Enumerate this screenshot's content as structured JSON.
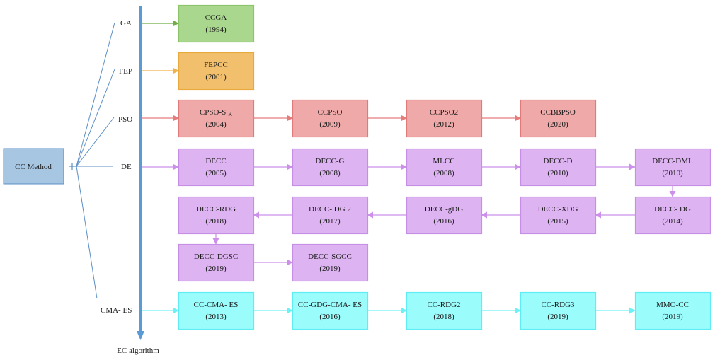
{
  "title": "CC Method",
  "axis_label": "EC algorithm",
  "colors": {
    "root_fill": "#a6c6e2",
    "root_border": "#5b8fc4",
    "axis": "#5b9bd5",
    "branch_line": "#5b8fc4"
  },
  "categories": [
    {
      "id": "ga",
      "label": "GA",
      "fill": "#a9d78e",
      "border": "#8cc46c",
      "arrow": "#70ad47"
    },
    {
      "id": "fep",
      "label": "FEP",
      "fill": "#f2c06d",
      "border": "#e8a93e",
      "arrow": "#f0b04a"
    },
    {
      "id": "pso",
      "label": "PSO",
      "fill": "#efa9a9",
      "border": "#e07b7b",
      "arrow": "#e57c7c"
    },
    {
      "id": "de",
      "label": "DE",
      "fill": "#ddb3f2",
      "border": "#c78ee6",
      "arrow": "#cc90ea"
    },
    {
      "id": "cmaes",
      "label": "CMA- ES",
      "fill": "#9bfcfc",
      "border": "#5fecf2",
      "arrow": "#6ef0f7"
    }
  ],
  "nodes": [
    {
      "id": "ccga",
      "category": "ga",
      "name": "CCGA",
      "year": "(1994)",
      "col": 0,
      "row": 0
    },
    {
      "id": "fepcc",
      "category": "fep",
      "name": "FEPCC",
      "year": "(2001)",
      "col": 0,
      "row": 1
    },
    {
      "id": "cpsosk",
      "category": "pso",
      "name": "CPSO-S",
      "sub": "K",
      "year": "(2004)",
      "col": 0,
      "row": 2
    },
    {
      "id": "ccpso",
      "category": "pso",
      "name": "CCPSO",
      "year": "(2009)",
      "col": 1,
      "row": 2
    },
    {
      "id": "ccpso2",
      "category": "pso",
      "name": "CCPSO2",
      "year": "(2012)",
      "col": 2,
      "row": 2
    },
    {
      "id": "ccbbpso",
      "category": "pso",
      "name": "CCBBPSO",
      "year": "(2020)",
      "col": 3,
      "row": 2
    },
    {
      "id": "decc",
      "category": "de",
      "name": "DECC",
      "year": "(2005)",
      "col": 0,
      "row": 3
    },
    {
      "id": "decc-g",
      "category": "de",
      "name": "DECC-G",
      "year": "(2008)",
      "col": 1,
      "row": 3
    },
    {
      "id": "mlcc",
      "category": "de",
      "name": "MLCC",
      "year": "(2008)",
      "col": 2,
      "row": 3
    },
    {
      "id": "decc-d",
      "category": "de",
      "name": "DECC-D",
      "year": "(2010)",
      "col": 3,
      "row": 3
    },
    {
      "id": "decc-dml",
      "category": "de",
      "name": "DECC-DML",
      "year": "(2010)",
      "col": 4,
      "row": 3
    },
    {
      "id": "decc-dg",
      "category": "de",
      "name": "DECC- DG",
      "year": "(2014)",
      "col": 4,
      "row": 4
    },
    {
      "id": "decc-xdg",
      "category": "de",
      "name": "DECC-XDG",
      "year": "(2015)",
      "col": 3,
      "row": 4
    },
    {
      "id": "decc-gdg",
      "category": "de",
      "name": "DECC-gDG",
      "year": "(2016)",
      "col": 2,
      "row": 4
    },
    {
      "id": "decc-dg2",
      "category": "de",
      "name": "DECC- DG 2",
      "year": "(2017)",
      "col": 1,
      "row": 4
    },
    {
      "id": "decc-rdg",
      "category": "de",
      "name": "DECC-RDG",
      "year": "(2018)",
      "col": 0,
      "row": 4
    },
    {
      "id": "decc-dgsc",
      "category": "de",
      "name": "DECC-DGSC",
      "year": "(2019)",
      "col": 0,
      "row": 5
    },
    {
      "id": "decc-sgcc",
      "category": "de",
      "name": "DECC-SGCC",
      "year": "(2019)",
      "col": 1,
      "row": 5
    },
    {
      "id": "cc-cma-es",
      "category": "cmaes",
      "name": "CC-CMA- ES",
      "year": "(2013)",
      "col": 0,
      "row": 6
    },
    {
      "id": "cc-gdg-cma-es",
      "category": "cmaes",
      "name": "CC-GDG-CMA-  ES",
      "year": "(2016)",
      "col": 1,
      "row": 6
    },
    {
      "id": "cc-rdg2",
      "category": "cmaes",
      "name": "CC-RDG2",
      "year": "(2018)",
      "col": 2,
      "row": 6
    },
    {
      "id": "cc-rdg3",
      "category": "cmaes",
      "name": "CC-RDG3",
      "year": "(2019)",
      "col": 3,
      "row": 6
    },
    {
      "id": "mmo-cc",
      "category": "cmaes",
      "name": "MMO-CC",
      "year": "(2019)",
      "col": 4,
      "row": 6
    }
  ],
  "category_entry": [
    {
      "category": "ga",
      "to": "ccga"
    },
    {
      "category": "fep",
      "to": "fepcc"
    },
    {
      "category": "pso",
      "to": "cpsosk"
    },
    {
      "category": "de",
      "to": "decc"
    },
    {
      "category": "cmaes",
      "to": "cc-cma-es"
    }
  ],
  "edges": [
    {
      "from": "cpsosk",
      "to": "ccpso"
    },
    {
      "from": "ccpso",
      "to": "ccpso2"
    },
    {
      "from": "ccpso2",
      "to": "ccbbpso"
    },
    {
      "from": "decc",
      "to": "decc-g"
    },
    {
      "from": "decc-g",
      "to": "mlcc"
    },
    {
      "from": "mlcc",
      "to": "decc-d"
    },
    {
      "from": "decc-d",
      "to": "decc-dml"
    },
    {
      "from": "decc-dml",
      "to": "decc-dg"
    },
    {
      "from": "decc-dg",
      "to": "decc-xdg"
    },
    {
      "from": "decc-xdg",
      "to": "decc-gdg"
    },
    {
      "from": "decc-gdg",
      "to": "decc-dg2"
    },
    {
      "from": "decc-dg2",
      "to": "decc-rdg"
    },
    {
      "from": "decc-rdg",
      "to": "decc-dgsc"
    },
    {
      "from": "decc-dgsc",
      "to": "decc-sgcc"
    },
    {
      "from": "cc-cma-es",
      "to": "cc-gdg-cma-es"
    },
    {
      "from": "cc-gdg-cma-es",
      "to": "cc-rdg2"
    },
    {
      "from": "cc-rdg2",
      "to": "cc-rdg3"
    },
    {
      "from": "cc-rdg3",
      "to": "mmo-cc"
    }
  ]
}
